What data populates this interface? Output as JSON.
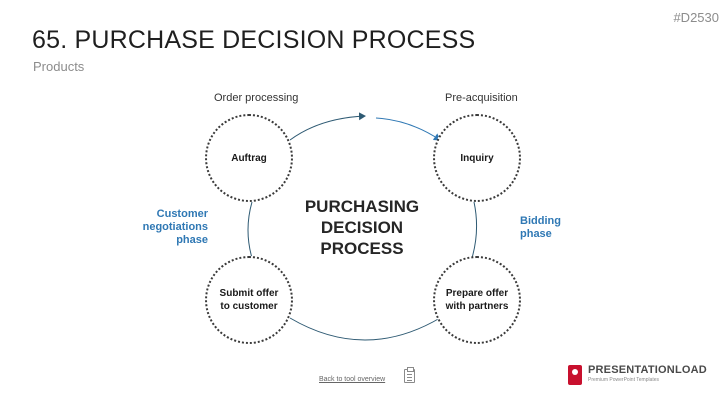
{
  "slide_code": "#D2530",
  "header": {
    "title": "65. PURCHASE DECISION PROCESS",
    "subtitle": "Products"
  },
  "phases": {
    "top_left": "Order processing",
    "top_right": "Pre-acquisition"
  },
  "side_labels": {
    "left": [
      "Customer",
      "negotiations",
      "phase"
    ],
    "right": [
      "Bidding",
      "phase"
    ]
  },
  "center_title": [
    "PURCHASING",
    "DECISION",
    "PROCESS"
  ],
  "nodes": {
    "top_left": [
      "Auftrag"
    ],
    "top_right": [
      "Inquiry"
    ],
    "bottom_right": [
      "Prepare offer",
      "with partners"
    ],
    "bottom_left": [
      "Submit offer",
      "to customer"
    ]
  },
  "colors": {
    "accent": "#2f78b4",
    "line": "#2e5a73",
    "brand": "#c8102e"
  },
  "footer": {
    "back_link": "Back to tool overview",
    "icon": "clipboard-icon",
    "brand_name": "PRESENTATIONLOAD",
    "brand_tagline": "Premium PowerPoint Templates"
  }
}
